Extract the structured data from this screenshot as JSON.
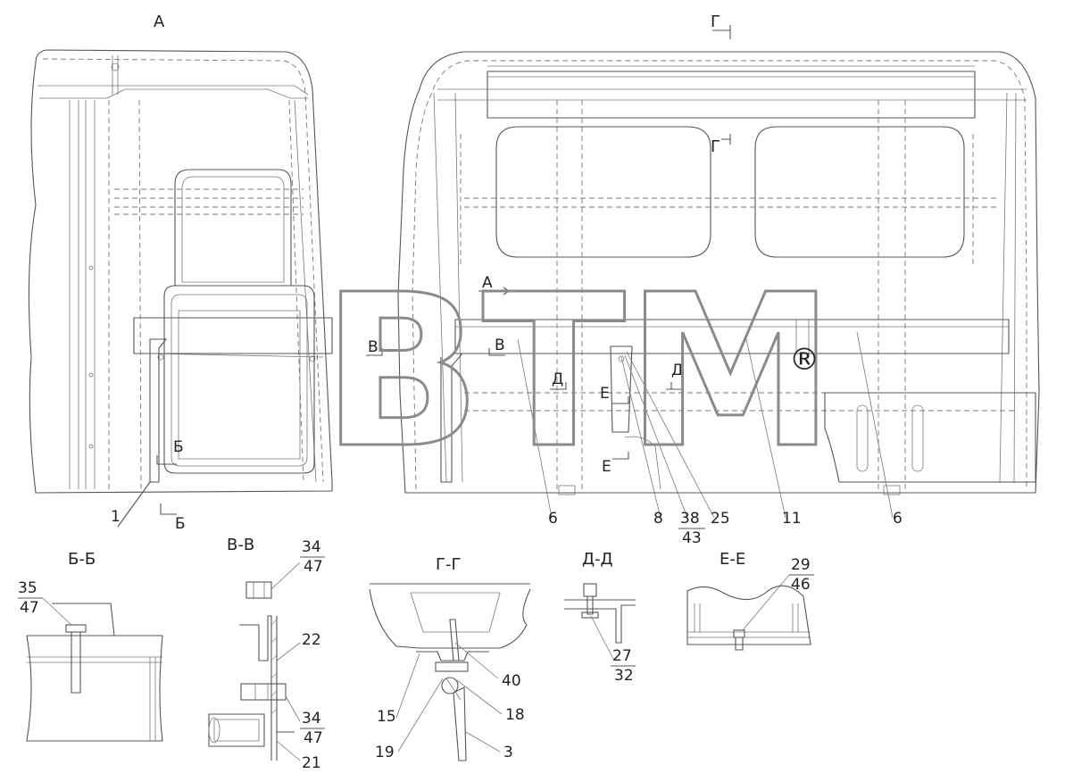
{
  "view_titles": {
    "view_a": "А",
    "marker_g_top": "Г",
    "marker_g_mid": "Г"
  },
  "section_markers": {
    "a_arrow": "А",
    "b": "Б",
    "b2": "Б",
    "v_left": "В",
    "v_right": "В",
    "d_left": "Д",
    "d_right": "Д",
    "e_top": "Е",
    "e_bottom": "Е"
  },
  "watermark": {
    "text": "BTM",
    "registered": "®"
  },
  "callouts_main": {
    "c1": "1",
    "c6a": "6",
    "c8": "8",
    "c38": "38",
    "c43": "43",
    "c25": "25",
    "c11": "11",
    "c6b": "6"
  },
  "section_titles": {
    "bb": "Б-Б",
    "vv": "В-В",
    "gg": "Г-Г",
    "dd": "Д-Д",
    "ee": "Е-Е"
  },
  "callouts_sections": {
    "bb_35": "35",
    "bb_47": "47",
    "vv_34a": "34",
    "vv_47a": "47",
    "vv_22": "22",
    "vv_34b": "34",
    "vv_47b": "47",
    "vv_21": "21",
    "gg_40": "40",
    "gg_15": "15",
    "gg_18": "18",
    "gg_19": "19",
    "gg_3": "3",
    "dd_27": "27",
    "dd_32": "32",
    "ee_29": "29",
    "ee_46": "46"
  }
}
